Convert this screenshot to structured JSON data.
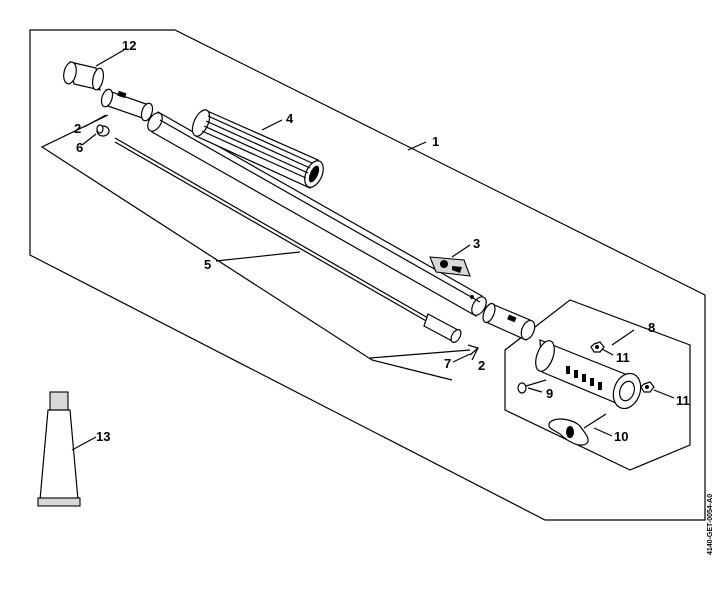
{
  "diagram": {
    "reference_code": "4140-GET-0054-A0",
    "callouts": {
      "c1": "1",
      "c2a": "2",
      "c2b": "2",
      "c3": "3",
      "c4": "4",
      "c5": "5",
      "c6": "6",
      "c7": "7",
      "c8": "8",
      "c9": "9",
      "c10": "10",
      "c11a": "11",
      "c11b": "11",
      "c12": "12",
      "c13": "13"
    }
  }
}
